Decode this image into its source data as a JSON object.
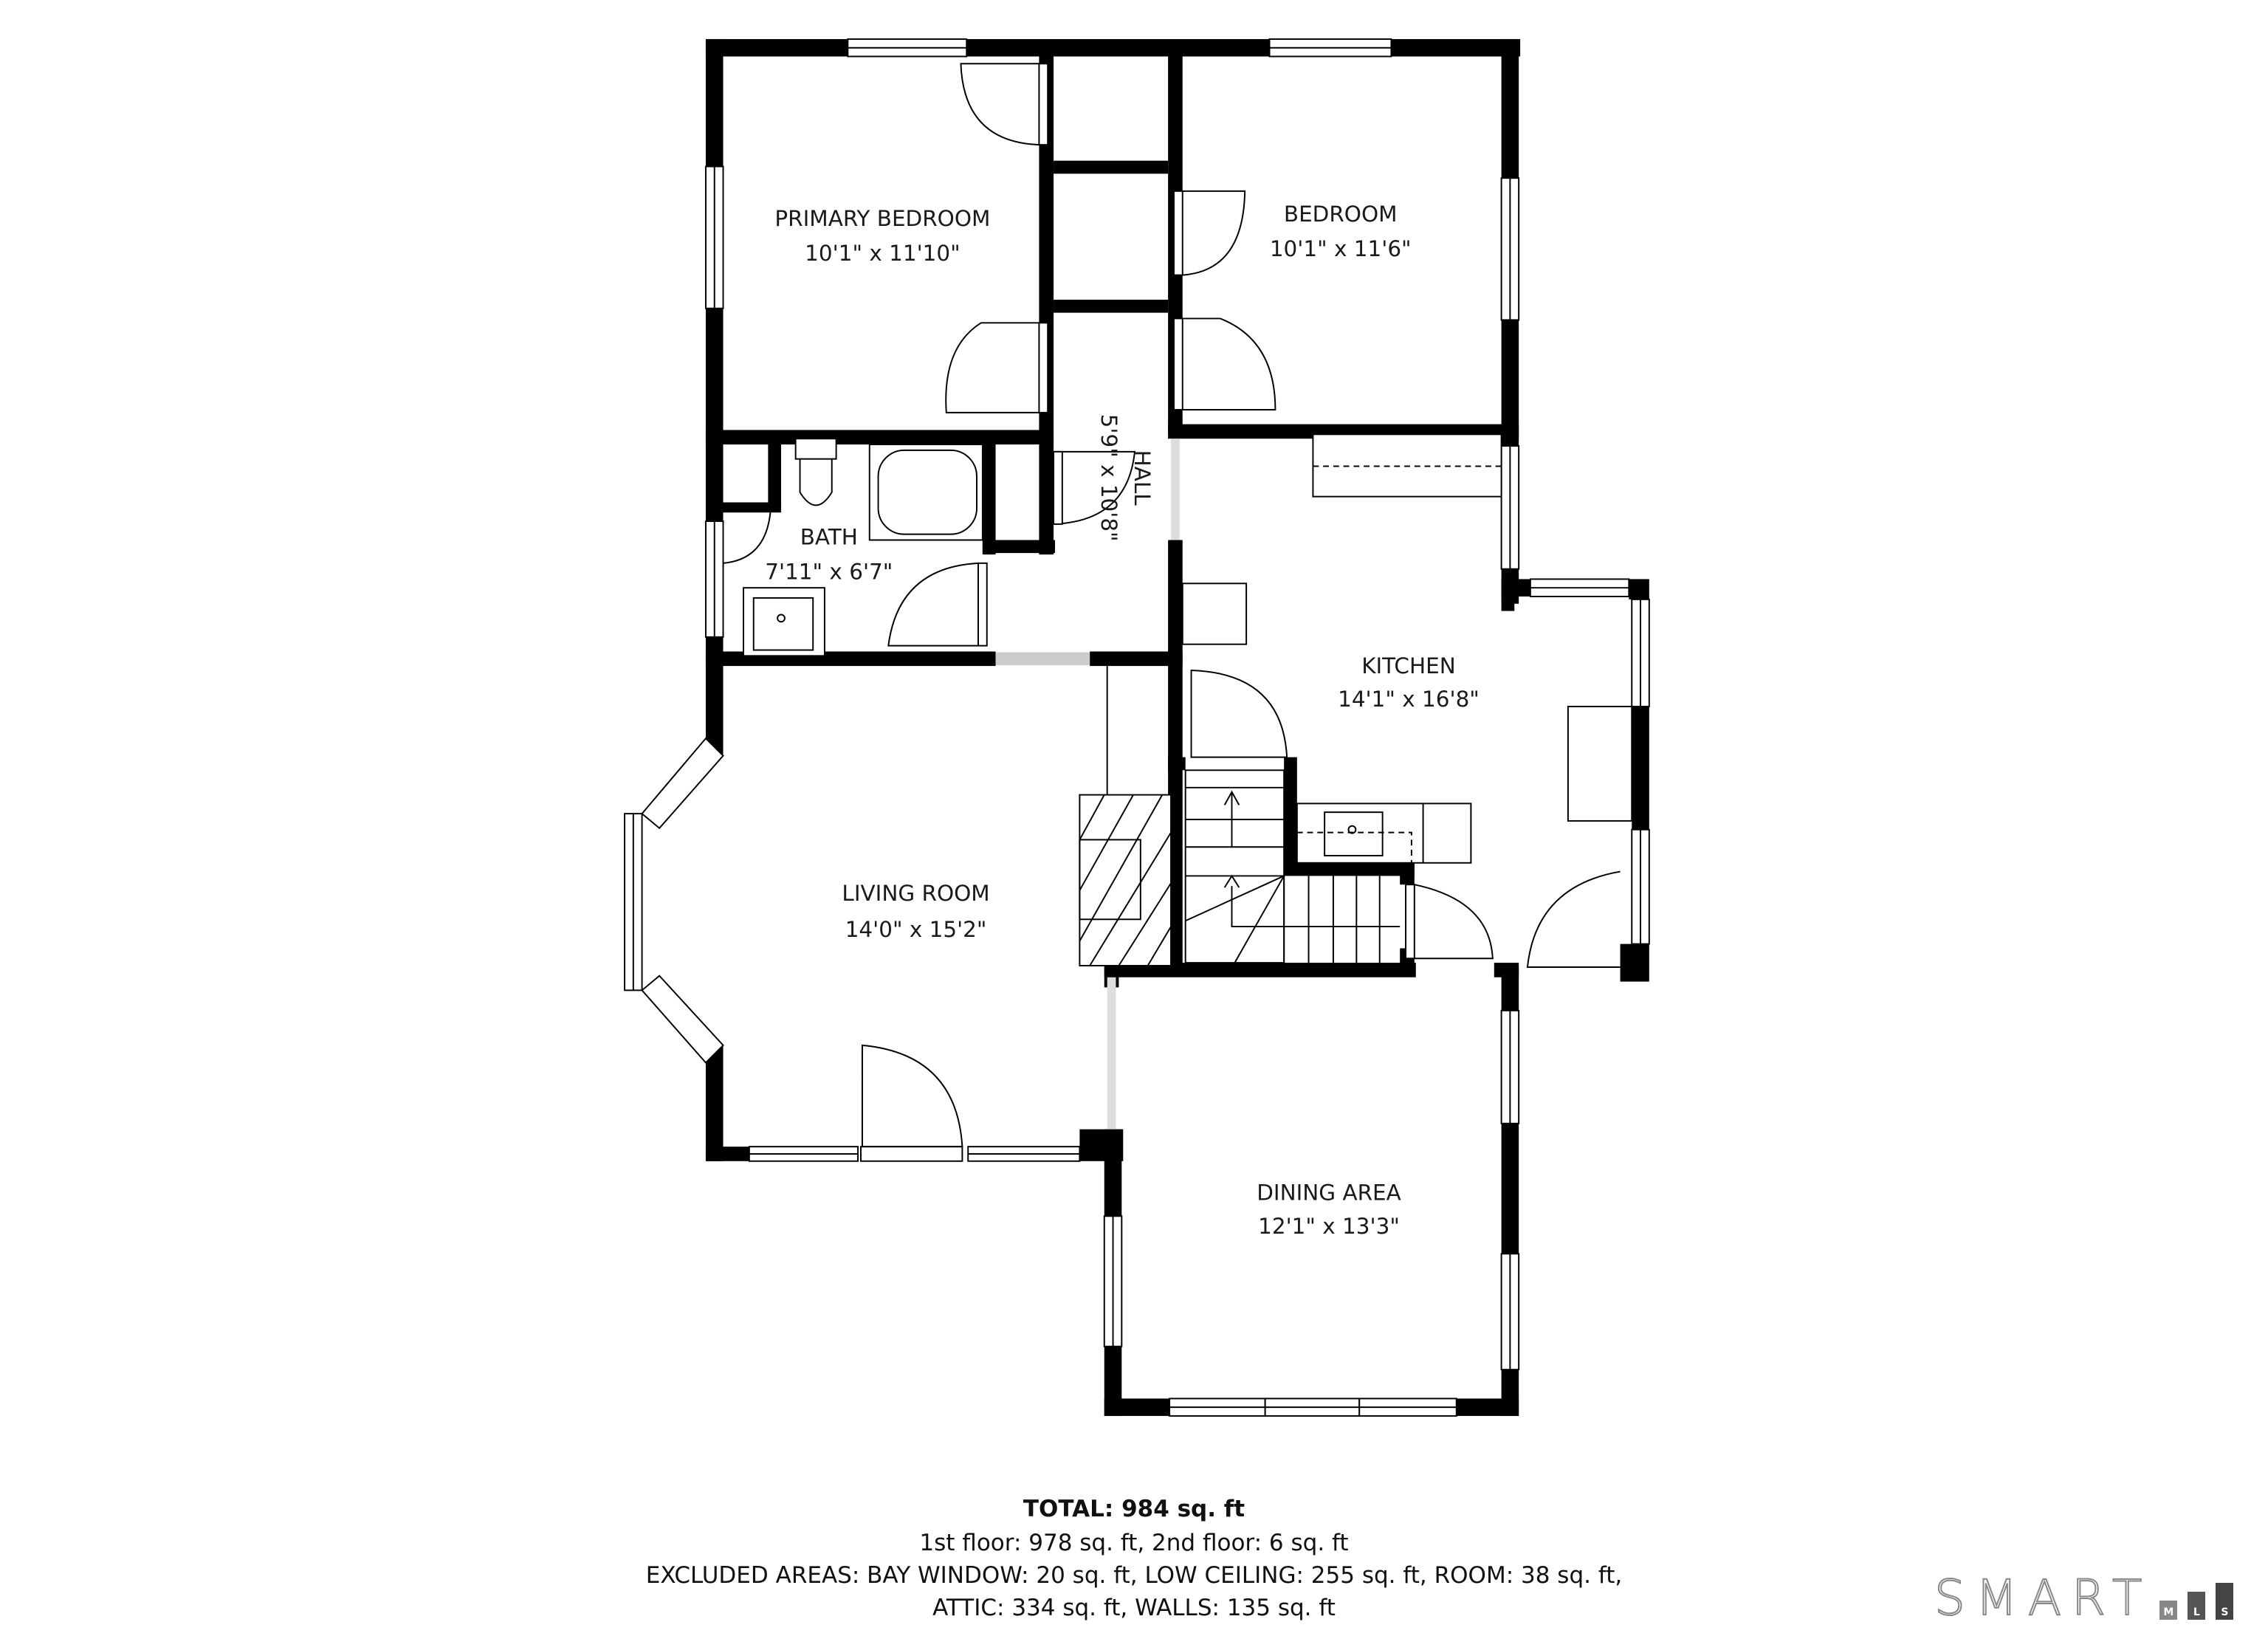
{
  "rooms": [
    {
      "id": "primary-bedroom",
      "name": "PRIMARY BEDROOM",
      "dims": "10'1\" x 11'10\""
    },
    {
      "id": "bedroom",
      "name": "BEDROOM",
      "dims": "10'1\" x 11'6\""
    },
    {
      "id": "hall",
      "name": "HALL",
      "dims": "5'9\" x 10'8\""
    },
    {
      "id": "bath",
      "name": "BATH",
      "dims": "7'11\" x 6'7\""
    },
    {
      "id": "kitchen",
      "name": "KITCHEN",
      "dims": "14'1\" x 16'8\""
    },
    {
      "id": "living-room",
      "name": "LIVING ROOM",
      "dims": "14'0\" x 15'2\""
    },
    {
      "id": "dining-area",
      "name": "DINING AREA",
      "dims": "12'1\" x 13'3\""
    }
  ],
  "summary": {
    "total": "TOTAL: 984 sq. ft",
    "floors": "1st floor: 978 sq. ft, 2nd floor: 6 sq. ft",
    "excluded_1": "EXCLUDED AREAS: BAY WINDOW: 20 sq. ft, LOW CEILING: 255 sq. ft, ROOM: 38 sq. ft,",
    "excluded_2": "ATTIC: 334 sq. ft, WALLS: 135 sq. ft"
  },
  "logo": {
    "text": "SMART",
    "bars": [
      {
        "letter": "M",
        "color": "#888888",
        "height": 26
      },
      {
        "letter": "L",
        "color": "#555555",
        "height": 38
      },
      {
        "letter": "S",
        "color": "#444444",
        "height": 50
      }
    ]
  },
  "colors": {
    "wall": "#000000",
    "background": "#ffffff",
    "text": "#1a1a1a",
    "logo_stroke": "#888888"
  }
}
